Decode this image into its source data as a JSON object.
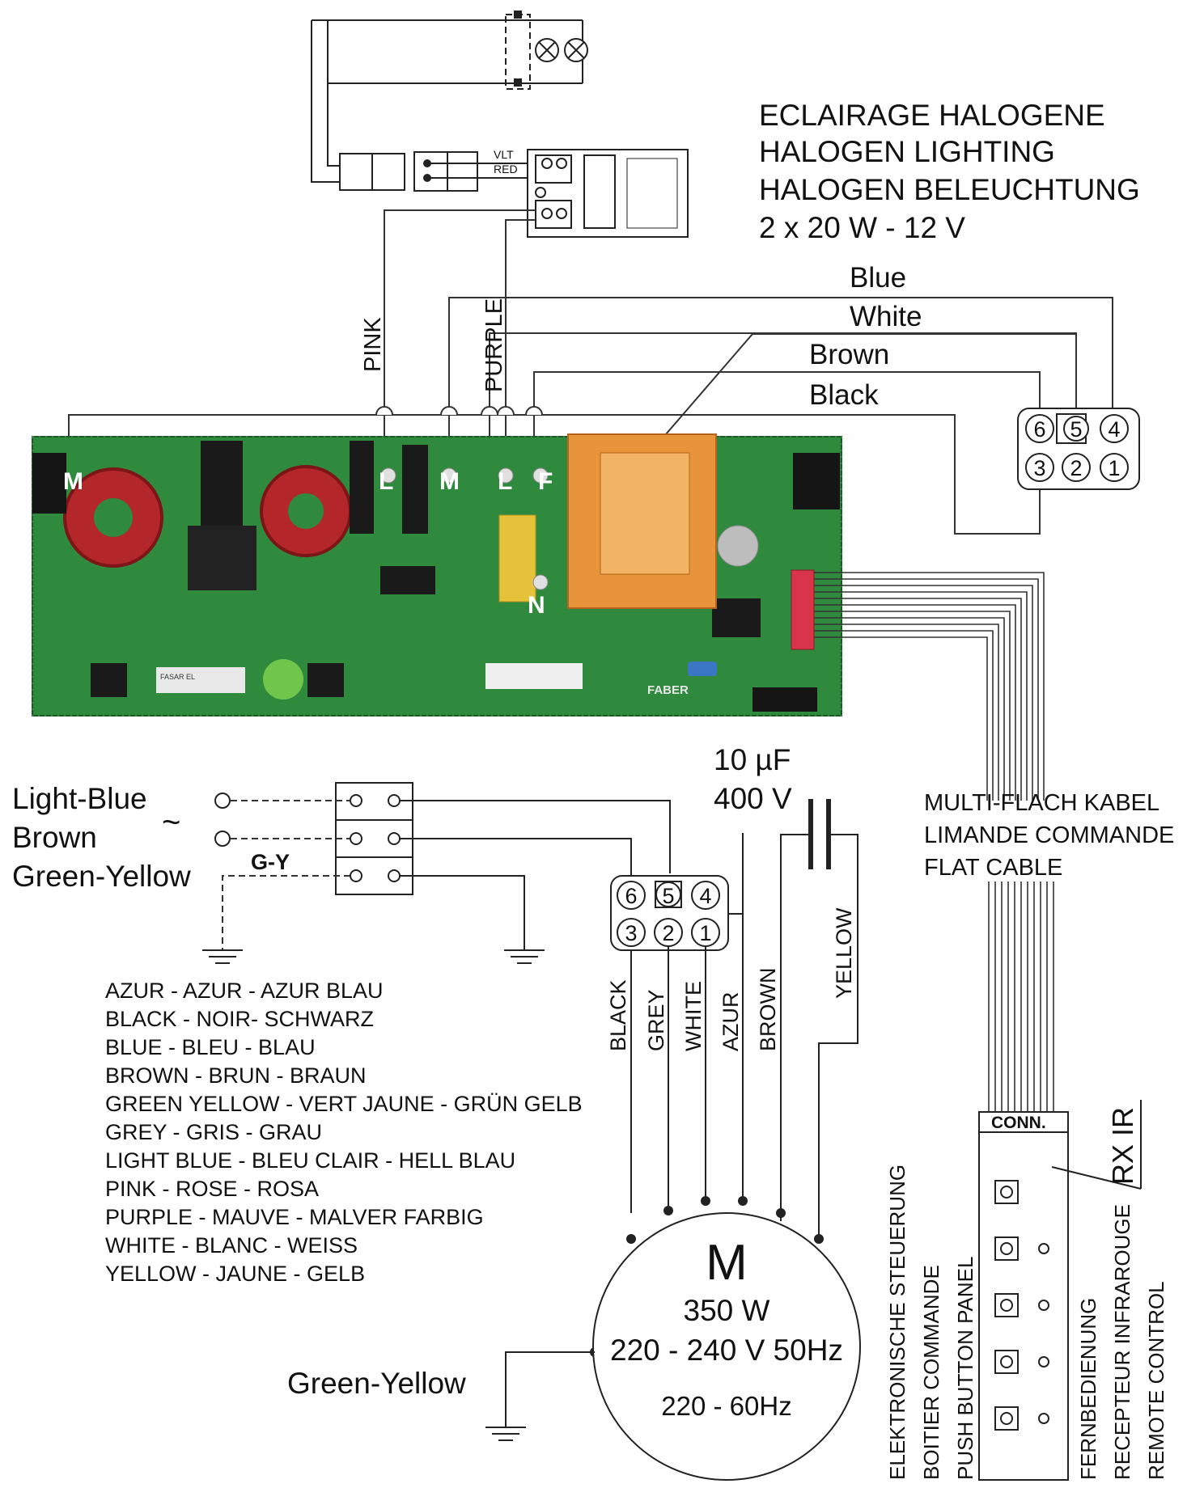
{
  "halogen": {
    "titles": [
      "ECLAIRAGE HALOGENE",
      "HALOGEN LIGHTING",
      "HALOGEN BELEUCHTUNG"
    ],
    "rating": "2 x 20 W - 12 V",
    "transformer_tags": [
      "VLT",
      "RED"
    ]
  },
  "top_wires": {
    "blue": "Blue",
    "white": "White",
    "brown": "Brown",
    "black": "Black",
    "pink": "PINK",
    "purple": "PURPLE"
  },
  "connector_pins": [
    "6",
    "5",
    "4",
    "3",
    "2",
    "1"
  ],
  "pcb_terminals": {
    "m1": "M",
    "l1": "L",
    "m2": "M",
    "l2": "L",
    "f": "F",
    "n": "N"
  },
  "pcb_marks": {
    "sticker": "FASAR EL",
    "brand": "FABER"
  },
  "capacitor": {
    "value": "10 µF",
    "voltage": "400 V"
  },
  "supply": {
    "light_blue": "Light-Blue",
    "brown": "Brown",
    "green_yellow": "Green-Yellow",
    "gy_tag": "G-Y",
    "tilde": "~"
  },
  "flat_cable": [
    "MULTI-FLACH KABEL",
    "LIMANDE COMMANDE",
    "FLAT CABLE"
  ],
  "motor_wires": {
    "black": "BLACK",
    "grey": "GREY",
    "white": "WHITE",
    "azur": "AZUR",
    "brown": "BROWN",
    "yellow": "YELLOW"
  },
  "motor": {
    "symbol": "M",
    "power": "350 W",
    "voltage": "220 - 240 V 50Hz",
    "alt": "220 - 60Hz",
    "ground": "Green-Yellow"
  },
  "legend": [
    "AZUR - AZUR - AZUR BLAU",
    "BLACK - NOIR- SCHWARZ",
    "BLUE - BLEU - BLAU",
    "BROWN - BRUN - BRAUN",
    "GREEN YELLOW - VERT JAUNE - GRÜN GELB",
    "GREY - GRIS - GRAU",
    "LIGHT BLUE - BLEU CLAIR - HELL BLAU",
    "PINK - ROSE - ROSA",
    "PURPLE - MAUVE - MALVER FARBIG",
    "WHITE - BLANC - WEISS",
    "YELLOW - JAUNE - GELB"
  ],
  "control_panel": {
    "conn": "CONN.",
    "rx_ir": "RX IR",
    "side_left": [
      "ELEKTRONISCHE STEUERUNG",
      "BOITIER COMMANDE",
      "PUSH BUTTON PANEL"
    ],
    "side_right": [
      "FERNBEDIENUNG",
      "RECEPTEUR INFRAROUGE",
      "REMOTE CONTROL"
    ]
  },
  "colors": {
    "pcb": "#2f8a3e",
    "transformer": "#e8943a",
    "coil": "#b3262a",
    "capacitor": "#e6c23a",
    "connector": "#d8344a"
  }
}
